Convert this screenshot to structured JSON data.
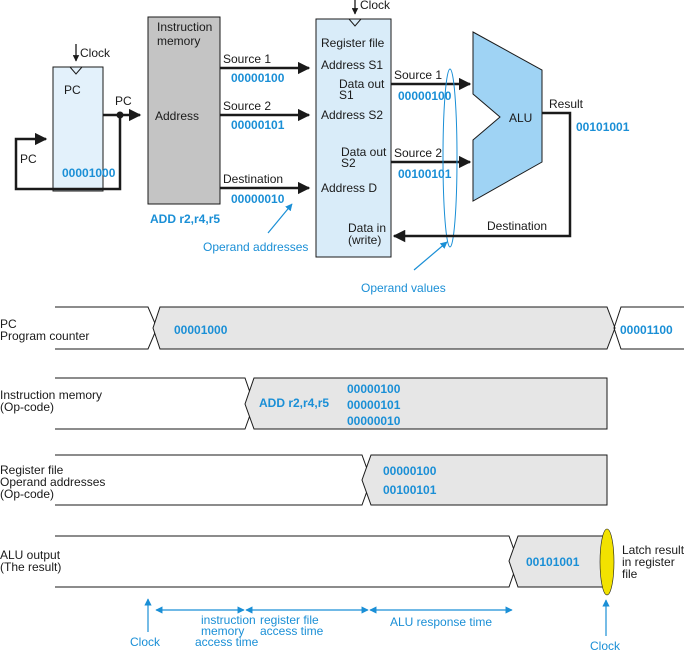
{
  "colors": {
    "accent": "#1a8fd6",
    "pc_fill": "#e3f1fb",
    "memory_fill": "#c4c4c4",
    "regfile_fill": "#d9ecf9",
    "alu_fill": "#9fd3f4",
    "timing_fill": "#e6e6e6",
    "latch": "#f2e200"
  },
  "pc": {
    "clock": "Clock",
    "title": "PC",
    "value": "00001000",
    "out_label": "PC",
    "loop_label": "PC"
  },
  "instruction_memory": {
    "title_line1": "Instruction",
    "title_line2": "memory",
    "address": "Address",
    "instruction": "ADD r2,r4,r5",
    "source1_label": "Source 1",
    "source1_value": "00000100",
    "source2_label": "Source 2",
    "source2_value": "00000101",
    "destination_label": "Destination",
    "destination_value": "00000010",
    "callout": "Operand addresses"
  },
  "register_file": {
    "clock": "Clock",
    "title": "Register file",
    "address_s1": "Address S1",
    "address_s2": "Address S2",
    "address_d": "Address D",
    "data_out_s1_line1": "Data out",
    "data_out_s1_line2": "S1",
    "data_out_s2_line1": "Data out",
    "data_out_s2_line2": "S2",
    "data_in_line1": "Data in",
    "data_in_line2": "(write)",
    "source1_label": "Source 1",
    "source1_value": "00000100",
    "source2_label": "Source 2",
    "source2_value": "00100101",
    "callout": "Operand values"
  },
  "alu": {
    "title": "ALU",
    "result_label": "Result",
    "result_value": "00101001",
    "destination_label": "Destination"
  },
  "timing": {
    "pc_row": {
      "label_line1": "PC",
      "label_line2": "Program counter",
      "value": "00001000",
      "next_value": "00001100"
    },
    "imem_row": {
      "label_line1": "Instruction memory",
      "label_line2": "(Op-code)",
      "instruction": "ADD r2,r4,r5",
      "value1": "00000100",
      "value2": "00000101",
      "value3": "00000010"
    },
    "regfile_row": {
      "label_line1": "Register file",
      "label_line2": "Operand addresses",
      "label_line3": "(Op-code)",
      "value1": "00000100",
      "value2": "00100101"
    },
    "alu_row": {
      "label_line1": "ALU output",
      "label_line2": "(The result)",
      "value": "00101001",
      "latch_line1": "Latch result",
      "latch_line2": "in register",
      "latch_line3": "file"
    },
    "intervals": {
      "imem_line1": "instruction",
      "imem_line2": "memory",
      "imem_line3": "access time",
      "reg_line1": "register file",
      "reg_line2": "access time",
      "alu": "ALU response time"
    },
    "clock_left": "Clock",
    "clock_right": "Clock"
  }
}
